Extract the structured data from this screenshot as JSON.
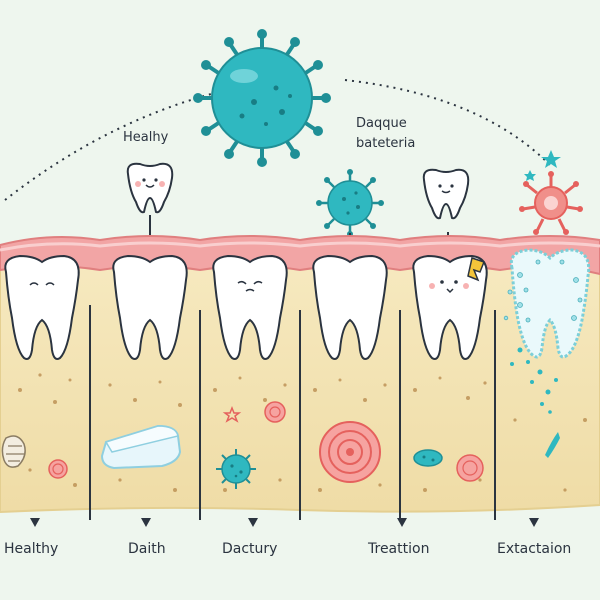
{
  "labels": {
    "top_left": "Healhy",
    "top_right_line1": "Daqque",
    "top_right_line2": "bateteria",
    "bottom": [
      "Healthy",
      "Daith",
      "Dactury",
      "Treattion",
      "Extactaion"
    ]
  },
  "colors": {
    "background": "#eef6ee",
    "gum": "#f2a5a5",
    "bone": "#f3e4b6",
    "tooth": "#ffffff",
    "bacteria": "#2fb8c0",
    "outline": "#2b3440"
  },
  "icons": [
    "bacteria-icon",
    "tooth-icon",
    "star-icon",
    "shell-icon",
    "tablet-icon",
    "spiral-icon",
    "arrow-down-icon"
  ]
}
